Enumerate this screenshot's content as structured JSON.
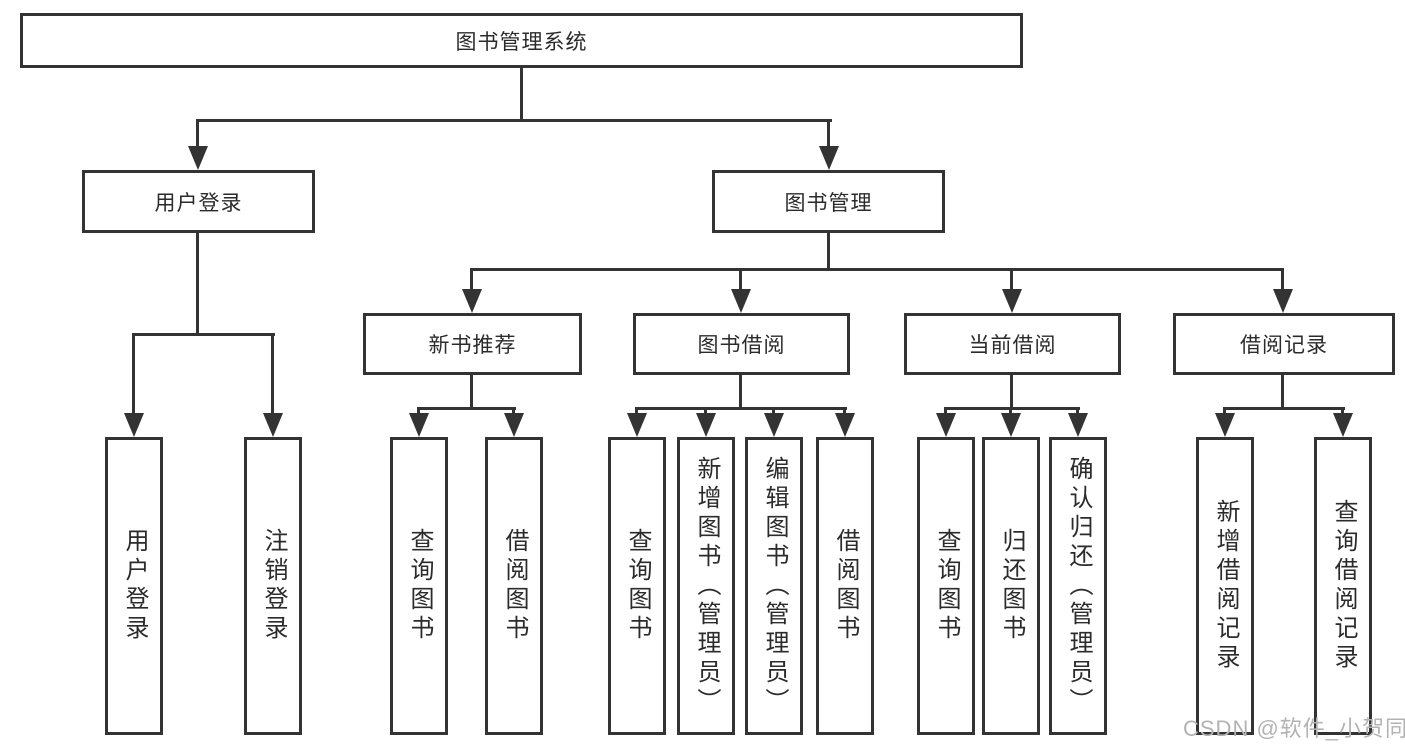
{
  "diagram": {
    "root": {
      "label": "图书管理系统"
    },
    "level2": [
      {
        "label": "用户登录"
      },
      {
        "label": "图书管理"
      }
    ],
    "level3": [
      {
        "label": "新书推荐",
        "parent": "图书管理"
      },
      {
        "label": "图书借阅",
        "parent": "图书管理"
      },
      {
        "label": "当前借阅",
        "parent": "图书管理"
      },
      {
        "label": "借阅记录",
        "parent": "图书管理"
      }
    ],
    "leaves": [
      {
        "label": "用户登录",
        "parent": "用户登录"
      },
      {
        "label": "注销登录",
        "parent": "用户登录"
      },
      {
        "label": "查询图书",
        "parent": "新书推荐"
      },
      {
        "label": "借阅图书",
        "parent": "新书推荐"
      },
      {
        "label": "查询图书",
        "parent": "图书借阅"
      },
      {
        "label": "新增图书（管理员）",
        "parent": "图书借阅"
      },
      {
        "label": "编辑图书（管理员）",
        "parent": "图书借阅"
      },
      {
        "label": "借阅图书",
        "parent": "图书借阅"
      },
      {
        "label": "查询图书",
        "parent": "当前借阅"
      },
      {
        "label": "归还图书",
        "parent": "当前借阅"
      },
      {
        "label": "确认归还（管理员）",
        "parent": "当前借阅"
      },
      {
        "label": "新增借阅记录",
        "parent": "借阅记录"
      },
      {
        "label": "查询借阅记录",
        "parent": "借阅记录"
      }
    ]
  },
  "watermark": {
    "text": "CSDN @软件_小贺同学"
  },
  "colors": {
    "line": "#333333",
    "text": "#2b2b2b",
    "watermark": "#b3b3b3",
    "background": "#ffffff"
  }
}
